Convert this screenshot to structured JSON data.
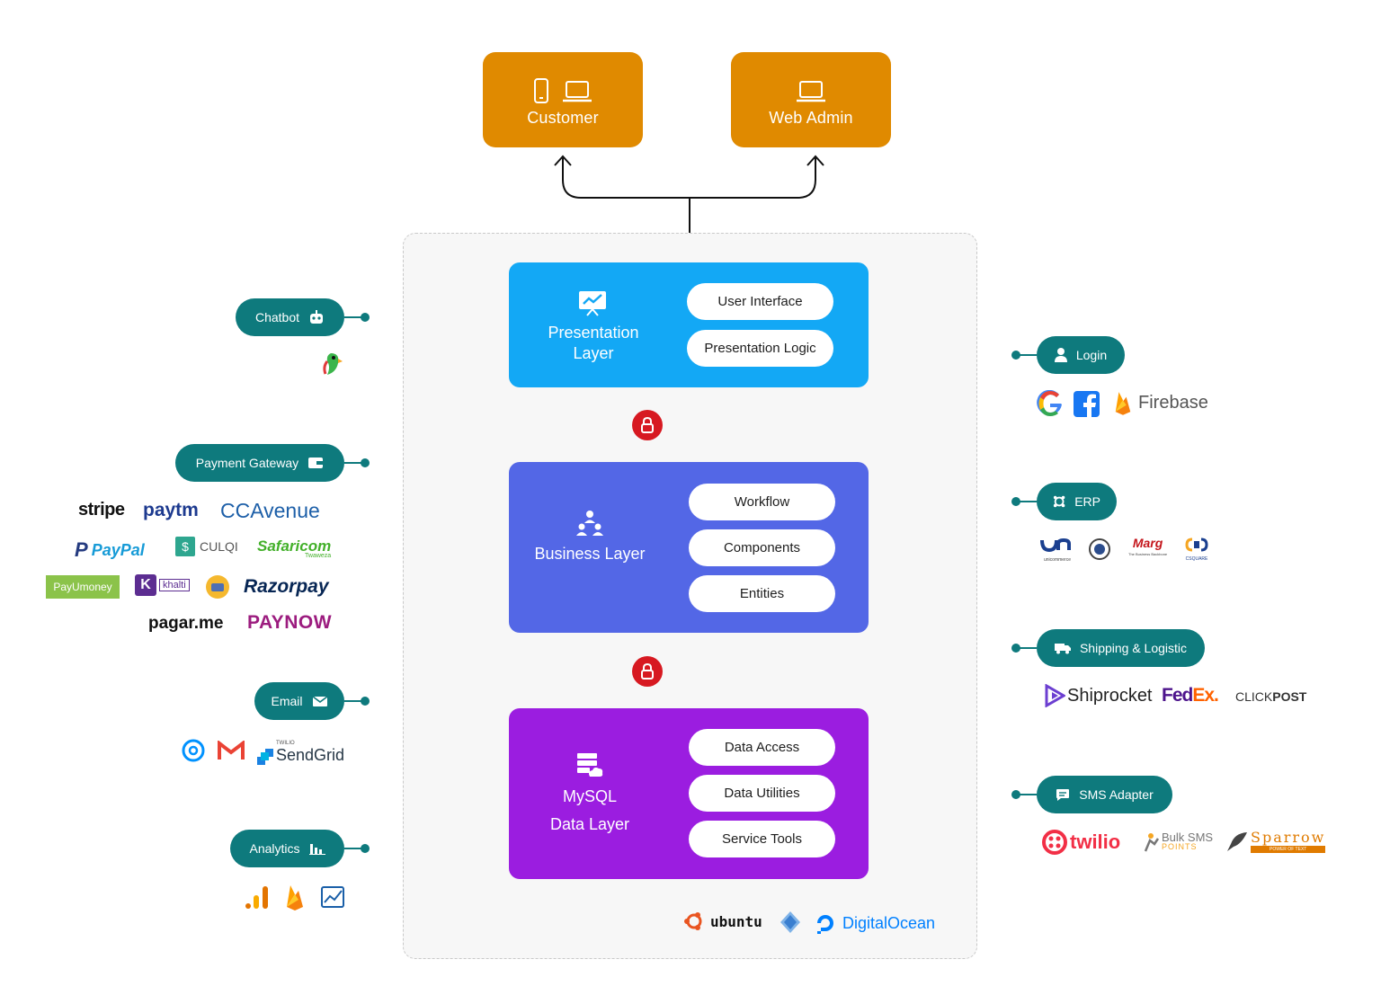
{
  "clients": {
    "customer": "Customer",
    "web_admin": "Web Admin"
  },
  "layers": {
    "presentation": {
      "title": "Presentation Layer",
      "components": [
        "User Interface",
        "Presentation Logic"
      ]
    },
    "business": {
      "title": "Business Layer",
      "components": [
        "Workflow",
        "Components",
        "Entities"
      ]
    },
    "data": {
      "title_line1": "MySQL",
      "title_line2": "Data Layer",
      "components": [
        "Data Access",
        "Data Utilities",
        "Service Tools"
      ]
    }
  },
  "hosting": {
    "ubuntu": "ubuntu",
    "digitalocean": "DigitalOcean"
  },
  "left_services": {
    "chatbot": "Chatbot",
    "payment": "Payment Gateway",
    "email": "Email",
    "analytics": "Analytics"
  },
  "right_services": {
    "login": "Login",
    "erp": "ERP",
    "shipping": "Shipping & Logistic",
    "sms": "SMS Adapter"
  },
  "payment_logos": {
    "stripe": "stripe",
    "paytm": "paytm",
    "ccavenue": "CCAvenue",
    "paypal": "PayPal",
    "culqi": "CULQI",
    "safaricom": "Safaricom",
    "safaricom_sub": "Twaweza",
    "payumoney": "PayUmoney",
    "khalti": "khalti",
    "razorpay": "Razorpay",
    "pagarme": "pagar.me",
    "paynow": "PAYNOW"
  },
  "email_logos": {
    "sendgrid_top": "TWILIO",
    "sendgrid": "SendGrid"
  },
  "login_logos": {
    "firebase": "Firebase"
  },
  "erp_logos": {
    "unicommerce": "unicommerce",
    "marg": "Marg",
    "marg_sub": "The Business Backbone",
    "csquare": "CSQUARE"
  },
  "shipping_logos": {
    "shiprocket": "Shiprocket",
    "fedex_a": "Fed",
    "fedex_b": "Ex",
    "clickpost_a": "CLICK",
    "clickpost_b": "POST"
  },
  "sms_logos": {
    "twilio": "twilio",
    "bulksms_a": "Bulk SMS",
    "bulksms_b": "POINTS",
    "sparrow": "Sparrow",
    "sparrow_sub": "POWER OF TEXT"
  },
  "colors": {
    "client": "#e08a00",
    "presentation": "#13a8f5",
    "business": "#5367e6",
    "data": "#9b1de0",
    "service": "#0e7a7d",
    "lock": "#d71921"
  }
}
